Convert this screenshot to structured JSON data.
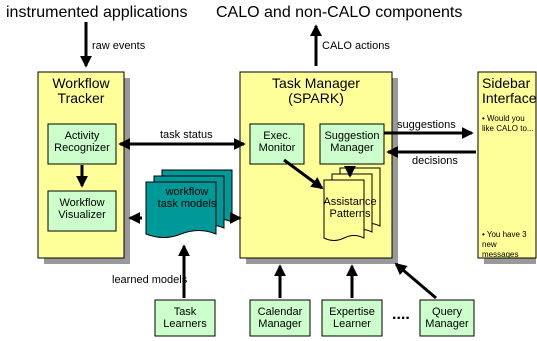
{
  "top_labels": {
    "instrumented_apps": "instrumented applications",
    "calo_components": "CALO and non-CALO components"
  },
  "edge_labels": {
    "raw_events": "raw events",
    "calo_actions": "CALO actions",
    "task_status": "task status",
    "suggestions": "suggestions",
    "decisions": "decisions",
    "learned_models": "learned models"
  },
  "workflow_tracker": {
    "title_line1": "Workflow",
    "title_line2": "Tracker",
    "activity_recognizer_line1": "Activity",
    "activity_recognizer_line2": "Recognizer",
    "workflow_visualizer_line1": "Workflow",
    "workflow_visualizer_line2": "Visualizer"
  },
  "task_manager": {
    "title_line1": "Task Manager",
    "title_line2": "(SPARK)",
    "exec_monitor_line1": "Exec.",
    "exec_monitor_line2": "Monitor",
    "suggestion_manager_line1": "Suggestion",
    "suggestion_manager_line2": "Manager",
    "assistance_patterns_line1": "Assistance",
    "assistance_patterns_line2": "Patterns"
  },
  "workflow_models": {
    "line1": "workflow",
    "line2": "task models"
  },
  "sidebar": {
    "title_line1": "Sidebar",
    "title_line2": "Interface",
    "item1": "• Would you like CALO to...",
    "item2": "• You have 3 new messages"
  },
  "learners": {
    "task_learners_line1": "Task",
    "task_learners_line2": "Learners",
    "calendar_manager_line1": "Calendar",
    "calendar_manager_line2": "Manager",
    "expertise_learner_line1": "Expertise",
    "expertise_learner_line2": "Learner",
    "ellipsis": "....",
    "query_manager_line1": "Query",
    "query_manager_line2": "Manager"
  },
  "colors": {
    "panel_fill": "#ffff99",
    "box_fill": "#ccffcc",
    "models_fill": "#009999",
    "patterns_fill": "#ffff99",
    "shadow": "#999999"
  }
}
